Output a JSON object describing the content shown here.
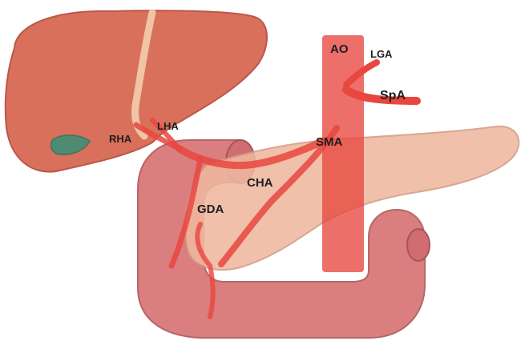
{
  "labels": {
    "ao": "AO",
    "lga": "LGA",
    "spa": "SpA",
    "rha": "RHA",
    "lha": "LHA",
    "sma": "SMA",
    "cha": "CHA",
    "gda": "GDA"
  },
  "colors": {
    "liver": "#d9705b",
    "liver_edge": "#b95848",
    "gallbladder": "#4f8b73",
    "duodenum": "#d9787a",
    "duodenum_edge": "#b45e62",
    "pancreas": "#efb89f",
    "pancreas_edge": "#d39a84",
    "artery": "#e8463f",
    "bile_duct": "#f0c4a4"
  }
}
